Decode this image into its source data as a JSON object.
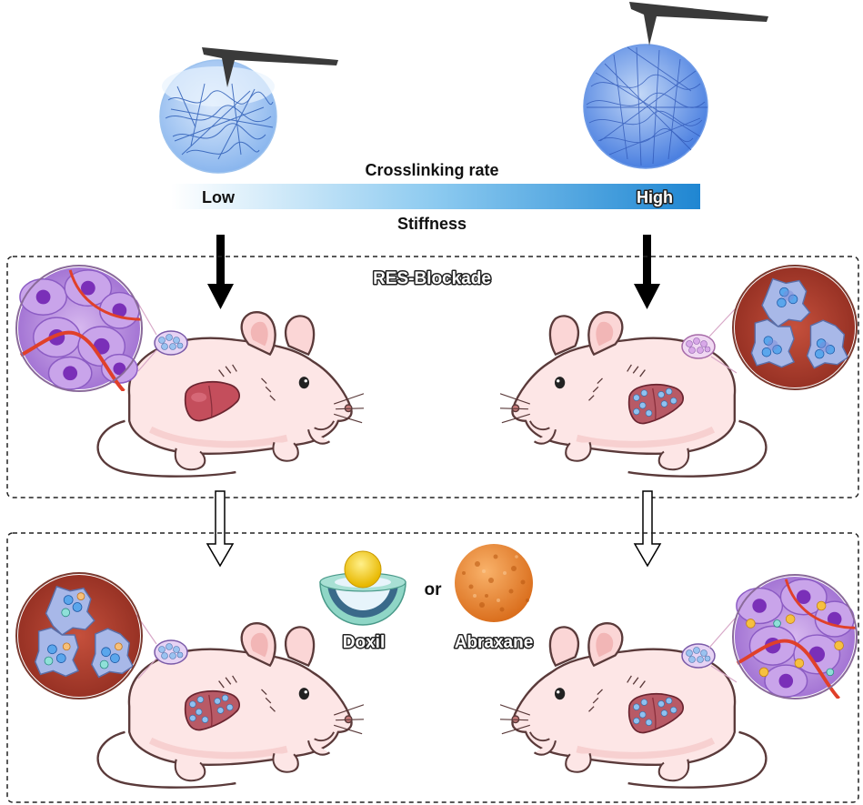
{
  "top": {
    "crosslinking_label": "Crosslinking rate",
    "stiffness_label": "Stiffness",
    "low_label": "Low",
    "high_label": "High",
    "gradient_colors": [
      "#ffffff",
      "#2a8fd6"
    ]
  },
  "panel1": {
    "title": "RES-Blockade"
  },
  "panel2": {
    "drug1": "Doxil",
    "or_label": "or",
    "drug2": "Abraxane"
  },
  "colors": {
    "mouse_body": "#fde6e6",
    "mouse_outline": "#5a3a3a",
    "liver": "#c8505a",
    "tumor_bg_purple": "#b48ad6",
    "tumor_bg_red": "#a83a2c",
    "cell_blue": "#8fb3e8",
    "hydrogel_soft": "#a9ccf2",
    "hydrogel_stiff": "#5e8ee6",
    "abraxane_orange": "#ee8a2e"
  }
}
